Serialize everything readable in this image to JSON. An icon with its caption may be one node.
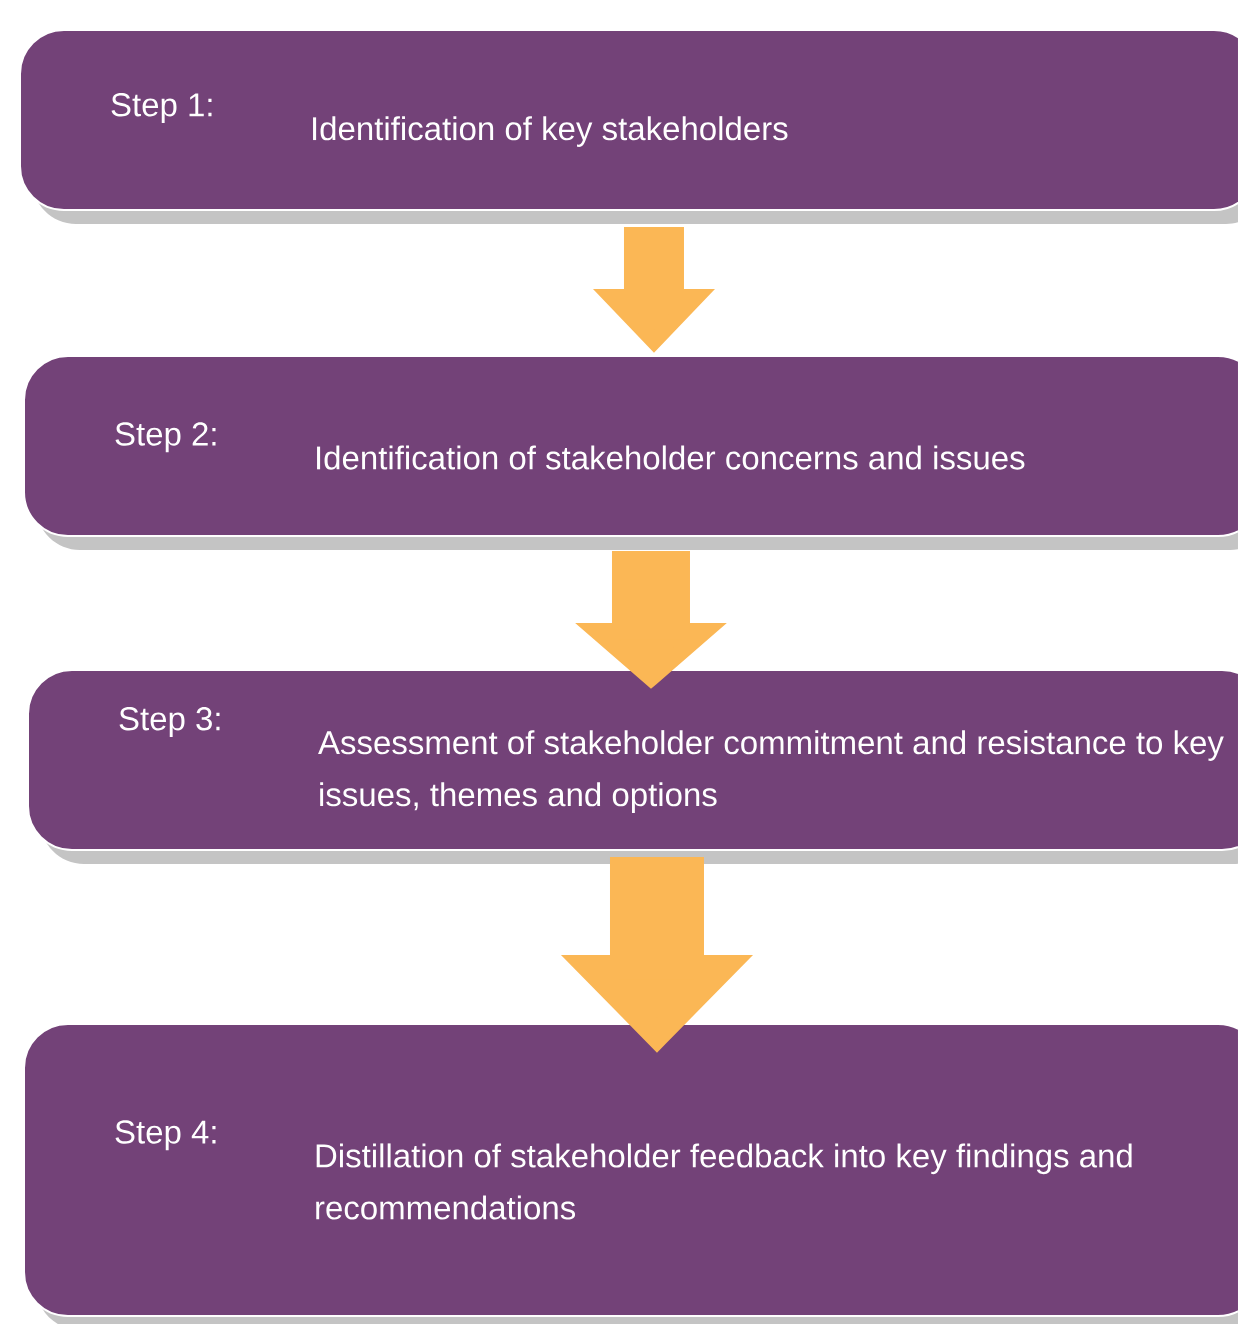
{
  "diagram": {
    "nodes": [
      {
        "text": [
          "Step 1:",
          "Identification of key stakeholders"
        ]
      },
      {
        "text": [
          "Step 2:",
          "Identification of stakeholder concerns and issues"
        ]
      },
      {
        "text": [
          "Step 3:",
          "Assessment of stakeholder commitment and resistance to key issues, themes and options"
        ]
      },
      {
        "text": [
          "Step 4:",
          "Distillation of stakeholder feedback into key findings and recommendations"
        ]
      }
    ],
    "edges": [
      {
        "from": 0,
        "to": 1,
        "arrow": "to"
      },
      {
        "from": 1,
        "to": 2,
        "arrow": "to"
      },
      {
        "from": 2,
        "to": 3,
        "arrow": "to"
      }
    ]
  }
}
